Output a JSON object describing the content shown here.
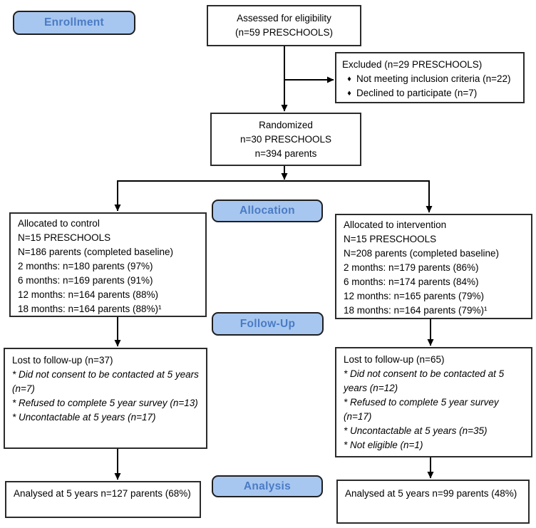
{
  "stage_labels": {
    "enrollment": "Enrollment",
    "allocation": "Allocation",
    "follow_up": "Follow-Up",
    "analysis": "Analysis"
  },
  "boxes": {
    "assessed": {
      "lines": [
        "Assessed for eligibility",
        "(n=59 PRESCHOOLS)"
      ]
    },
    "excluded": {
      "title": "Excluded (n=29 PRESCHOOLS)",
      "bullet_glyph": "♦",
      "bullets": [
        "Not meeting inclusion criteria (n=22)",
        "Declined to participate (n=7)"
      ]
    },
    "randomized": {
      "lines": [
        "Randomized",
        "n=30 PRESCHOOLS",
        "n=394 parents"
      ]
    },
    "control": {
      "lines": [
        "Allocated to control",
        "N=15 PRESCHOOLS",
        "N=186 parents (completed baseline)",
        "2 months: n=180 parents (97%)",
        "6 months: n=169 parents (91%)",
        "12 months: n=164 parents (88%)",
        "18 months: n=164 parents (88%)¹"
      ]
    },
    "intervention": {
      "lines": [
        "Allocated to intervention",
        "N=15 PRESCHOOLS",
        "N=208 parents (completed baseline)",
        "2 months: n=179 parents (86%)",
        "6 months: n=174 parents (84%)",
        "12 months: n=165 parents (79%)",
        "18 months: n=164 parents (79%)¹"
      ]
    },
    "control_lost": {
      "title": "Lost to follow-up (n=37)",
      "reasons": [
        "* Did not consent to be contacted at 5 years (n=7)",
        "* Refused to complete 5 year survey (n=13)",
        "* Uncontactable at 5 years (n=17)"
      ]
    },
    "intervention_lost": {
      "title": "Lost to follow-up (n=65)",
      "reasons": [
        "* Did not consent to be contacted at 5 years (n=12)",
        "* Refused to complete 5 year survey (n=17)",
        "* Uncontactable at 5 years (n=35)",
        "* Not eligible (n=1)"
      ]
    },
    "control_analysed": {
      "text": "Analysed at 5 years n=127 parents (68%)"
    },
    "intervention_analysed": {
      "text": "Analysed at 5 years n=99 parents (48%)"
    }
  },
  "colors": {
    "stage_label_fill": "#A8C7F0",
    "stage_label_text": "#4A7BC4",
    "box_border": "#2B2B2B",
    "arrow": "#000000"
  }
}
